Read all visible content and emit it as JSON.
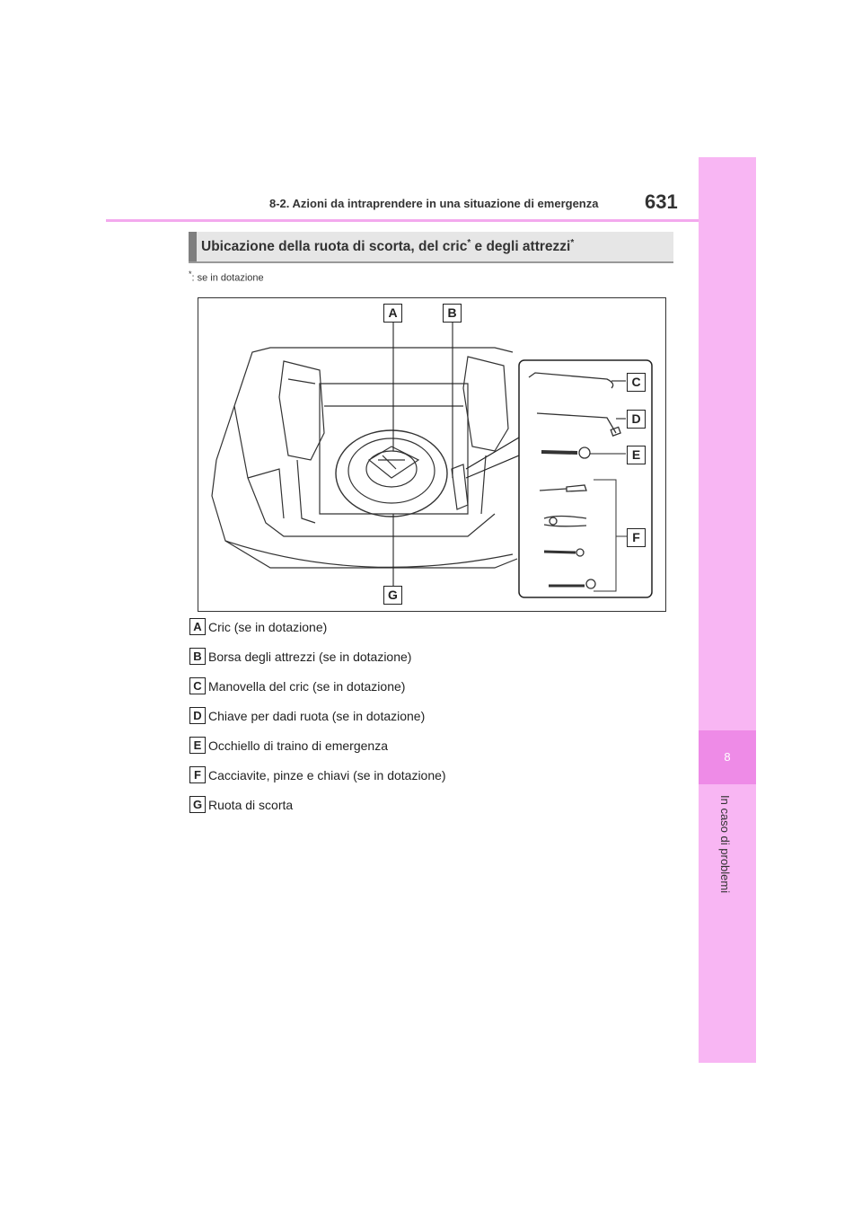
{
  "header": {
    "section": "8-2. Azioni da intraprendere in una situazione di emergenza",
    "page_number": "631"
  },
  "side_tab": {
    "chapter_number": "8",
    "chapter_title": "In caso di problemi"
  },
  "title": {
    "text_main": "Ubicazione della ruota di scorta, del cric",
    "text_mid": " e degli attrezzi",
    "asterisk": "*"
  },
  "footnote": {
    "marker": "*",
    "text": ":  se in dotazione"
  },
  "figure": {
    "callouts": [
      "A",
      "B",
      "C",
      "D",
      "E",
      "F",
      "G"
    ]
  },
  "legend": [
    {
      "key": "A",
      "text": "Cric (se in dotazione)"
    },
    {
      "key": "B",
      "text": "Borsa degli attrezzi (se in dotazione)"
    },
    {
      "key": "C",
      "text": "Manovella del cric (se in dotazione)"
    },
    {
      "key": "D",
      "text": "Chiave per dadi ruota (se in dotazione)"
    },
    {
      "key": "E",
      "text": "Occhiello di traino di emergenza"
    },
    {
      "key": "F",
      "text": "Cacciavite, pinze e chiavi (se in dotazione)"
    },
    {
      "key": "G",
      "text": "Ruota di scorta"
    }
  ],
  "colors": {
    "side_strip": "#f8b6f3",
    "chapter_tab": "#ee8be7",
    "header_rule": "#f3a9ee",
    "title_bar": "#e6e6e6"
  }
}
